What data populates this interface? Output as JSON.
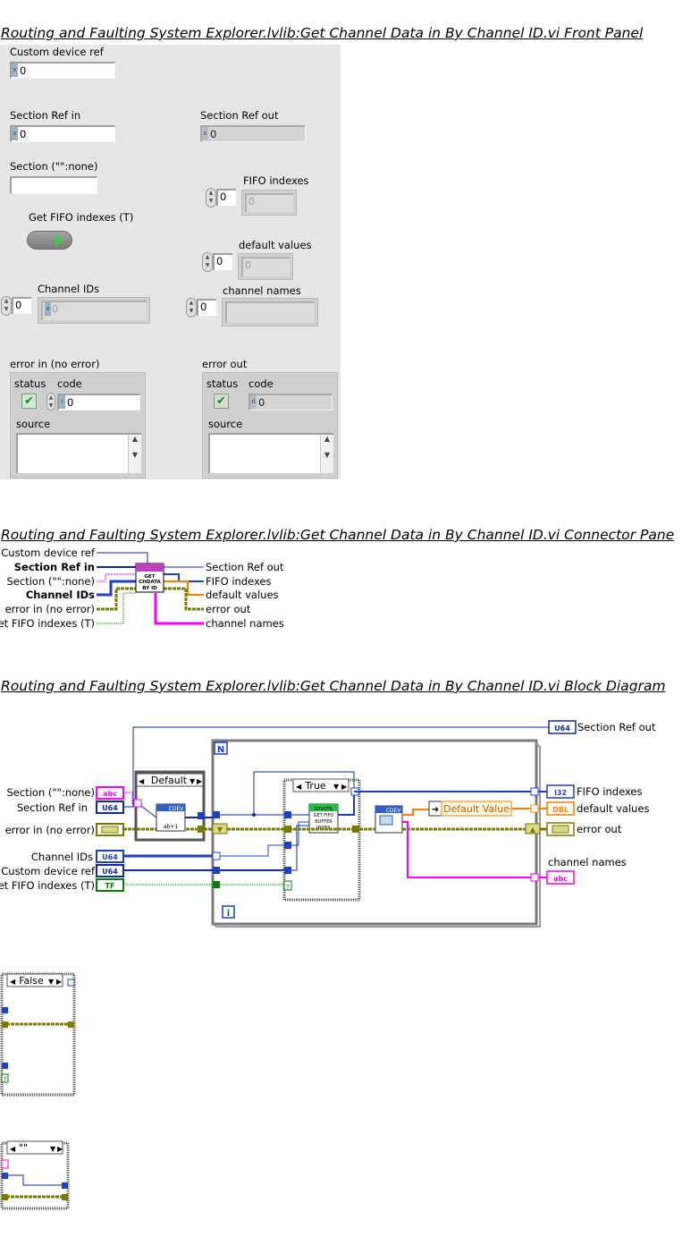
{
  "titles": {
    "front_panel": "Routing and Faulting System Explorer.lvlib:Get Channel Data in By Channel ID.vi Front Panel",
    "connector_pane": "Routing and Faulting System Explorer.lvlib:Get Channel Data in By Channel ID.vi Connector Pane",
    "block_diagram": "Routing and Faulting System Explorer.lvlib:Get Channel Data in By Channel ID.vi Block Diagram"
  },
  "front_panel": {
    "custom_device_ref": {
      "label": "Custom device ref",
      "radix": "x",
      "value": "0"
    },
    "section_ref_in": {
      "label": "Section Ref in",
      "radix": "x",
      "value": "0"
    },
    "section_ref_out": {
      "label": "Section Ref out",
      "radix": "x",
      "value": "0"
    },
    "section": {
      "label": "Section (\"\":none)",
      "value": ""
    },
    "get_fifo_indexes": {
      "label": "Get FIFO indexes (T)",
      "value": "TRUE"
    },
    "fifo_indexes": {
      "label": "FIFO indexes",
      "index": "0",
      "element": "0"
    },
    "default_values": {
      "label": "default values",
      "index": "0",
      "element": "0"
    },
    "channel_ids": {
      "label": "Channel IDs",
      "index": "0",
      "radix": "x",
      "element": "0"
    },
    "channel_names": {
      "label": "channel names",
      "index": "0",
      "element": ""
    },
    "error_in": {
      "label": "error in (no error)",
      "status_label": "status",
      "code_label": "code",
      "code_value": "0",
      "radix": "i",
      "source_label": "source"
    },
    "error_out": {
      "label": "error out",
      "status_label": "status",
      "code_label": "code",
      "code_value": "0",
      "radix": "d",
      "source_label": "source"
    }
  },
  "connector_pane": {
    "inputs": [
      "Custom device ref",
      "Section Ref in",
      "Section (\"\":none)",
      "Channel IDs",
      "error in (no error)",
      "Get FIFO indexes (T)"
    ],
    "outputs": [
      "Section Ref out",
      "FIFO indexes",
      "default values",
      "error out",
      "channel names"
    ],
    "icon_text": [
      "GET",
      "CHDATA",
      "BY ID"
    ],
    "colors": {
      "refnum": "#0f2c9c",
      "string": "#ff00ff",
      "error": "#7a7a00",
      "boolean": "#0a7a0a",
      "numeric_dbl": "#ff7f00",
      "array_blue": "#2040c0"
    }
  },
  "block_diagram": {
    "terminals_left": [
      "Section (\"\":none)",
      "Section Ref in",
      "error in (no error)",
      "Channel IDs",
      "Custom device ref",
      "Get FIFO indexes (T)"
    ],
    "terminal_tags_left": [
      "abc",
      "U64",
      "",
      "U64",
      "U64",
      "TF"
    ],
    "terminals_right": [
      "Section Ref out",
      "FIFO indexes",
      "default values",
      "error out",
      "channel names"
    ],
    "terminal_tags_right": [
      "U64",
      "I32",
      "DBL",
      "",
      "abc"
    ],
    "case_default": "Default",
    "case_true": "True",
    "case_false": "False",
    "case_empty": "\"\"",
    "loop_count": "N",
    "loop_index": "i",
    "default_value_label": "Default Value",
    "subvi1_text": "CDEV",
    "subvi1_sub": "ab+1",
    "subvi2_text": [
      "SDVUTIL",
      "GET FIFO",
      "BUFFER",
      "INDEX"
    ],
    "subvi3_text": "CDEV"
  }
}
